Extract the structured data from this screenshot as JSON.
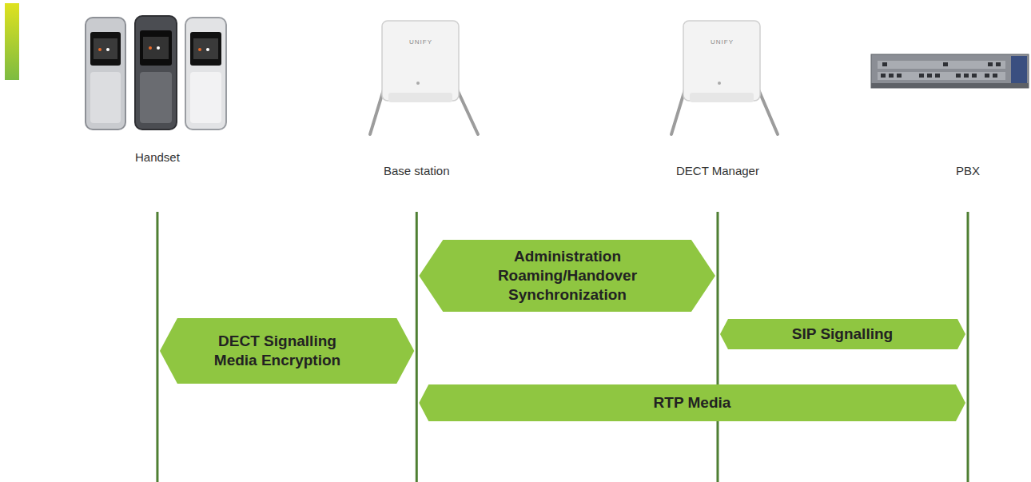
{
  "diagram": {
    "nodes": [
      {
        "text": [
          "Handset"
        ]
      },
      {
        "text": [
          "Base station"
        ]
      },
      {
        "text": [
          "DECT Manager"
        ]
      },
      {
        "text": [
          "PBX"
        ]
      }
    ],
    "edges": [
      {
        "from": 1,
        "to": 2,
        "arrow": "both",
        "label": "Administration Roaming/Handover Synchronization"
      },
      {
        "from": 0,
        "to": 1,
        "arrow": "both",
        "label": "DECT Signalling Media Encryption"
      },
      {
        "from": 2,
        "to": 3,
        "arrow": "both",
        "label": "SIP Signalling"
      },
      {
        "from": 1,
        "to": 3,
        "arrow": "both",
        "label": "RTP Media"
      }
    ],
    "labels": [
      "UNIFY",
      "UNIFY"
    ]
  }
}
